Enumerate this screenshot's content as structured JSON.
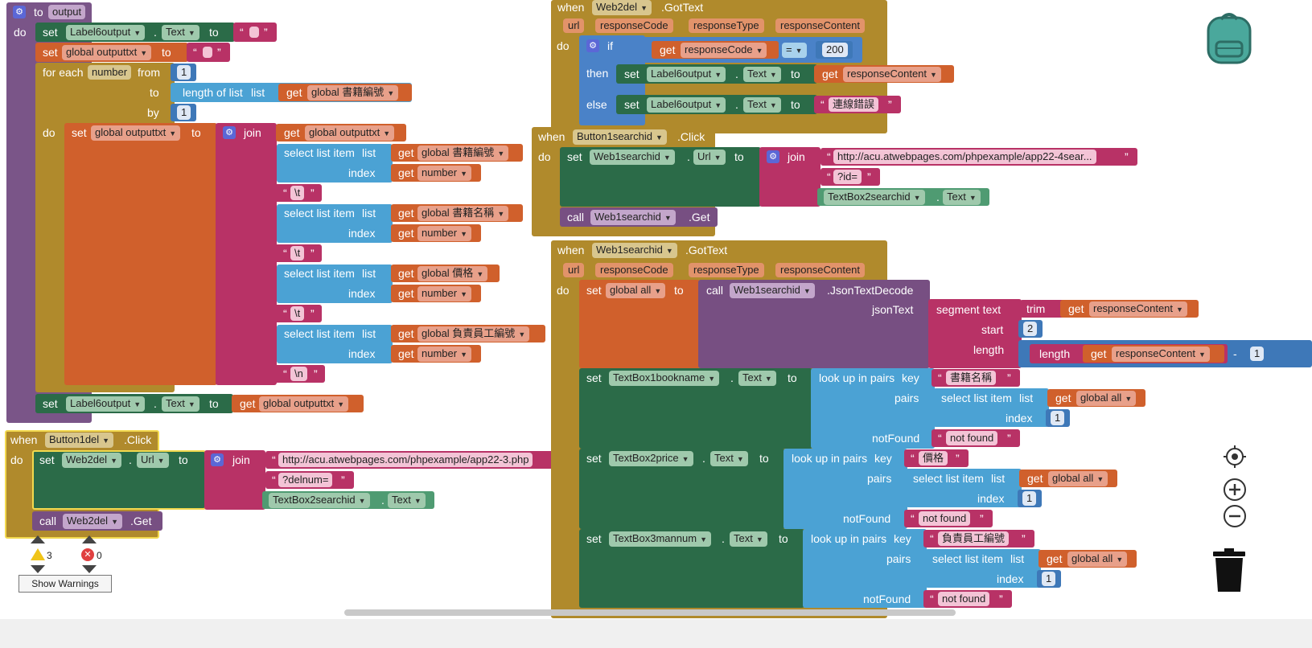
{
  "procedure": {
    "header_keyword": "to",
    "name": "output",
    "do": "do",
    "set1": {
      "kw": "set",
      "component": "Label6output",
      "prop": "Text",
      "to": "to",
      "value": ""
    },
    "set2": {
      "kw": "set",
      "var": "global outputtxt",
      "to": "to",
      "value": ""
    },
    "foreach": {
      "kw": "for each",
      "var": "number",
      "from_kw": "from",
      "from": "1",
      "to_kw": "to",
      "length_kw": "length of list",
      "list_kw": "list",
      "get_kw": "get",
      "list_var": "global 書籍編號",
      "by_kw": "by",
      "by": "1",
      "do": "do"
    },
    "inner_set": {
      "kw": "set",
      "var": "global outputtxt",
      "to": "to",
      "join": "join",
      "get_kw": "get",
      "get_var": "global outputtxt"
    },
    "select_rows": [
      {
        "select": "select list item",
        "list": "list",
        "get": "get",
        "list_var": "global 書籍編號",
        "index": "index",
        "index_var": "number",
        "tab": "\\t"
      },
      {
        "select": "select list item",
        "list": "list",
        "get": "get",
        "list_var": "global 書籍名稱",
        "index": "index",
        "index_var": "number",
        "tab": "\\t"
      },
      {
        "select": "select list item",
        "list": "list",
        "get": "get",
        "list_var": "global 價格",
        "index": "index",
        "index_var": "number",
        "tab": "\\t"
      },
      {
        "select": "select list item",
        "list": "list",
        "get": "get",
        "list_var": "global 負責員工編號",
        "index": "index",
        "index_var": "number",
        "tab": "\\n"
      }
    ],
    "final_set": {
      "kw": "set",
      "component": "Label6output",
      "prop": "Text",
      "to": "to",
      "get": "get",
      "var": "global outputtxt"
    }
  },
  "button1del": {
    "when": "when",
    "component": "Button1del",
    "event": ".Click",
    "do": "do",
    "set": {
      "kw": "set",
      "component": "Web2del",
      "prop": "Url",
      "to": "to",
      "join": "join",
      "url": "http://acu.atwebpages.com/phpexample/app22-3.php",
      "param": "?delnum=",
      "textbox": "TextBox2searchid",
      "textprop": "Text"
    },
    "call": {
      "kw": "call",
      "component": "Web2del",
      "method": ".Get"
    }
  },
  "web2del": {
    "when": "when",
    "component": "Web2del",
    "event": ".GotText",
    "params": [
      "url",
      "responseCode",
      "responseType",
      "responseContent"
    ],
    "do": "do",
    "if": "if",
    "get": "get",
    "cond_var": "responseCode",
    "op": "=",
    "num": "200",
    "then": "then",
    "else": "else",
    "then_set": {
      "kw": "set",
      "component": "Label6output",
      "prop": "Text",
      "to": "to",
      "get": "get",
      "var": "responseContent"
    },
    "else_set": {
      "kw": "set",
      "component": "Label6output",
      "prop": "Text",
      "to": "to",
      "value": "連線錯誤"
    }
  },
  "button1search": {
    "when": "when",
    "component": "Button1searchid",
    "event": ".Click",
    "do": "do",
    "set": {
      "kw": "set",
      "component": "Web1searchid",
      "prop": "Url",
      "to": "to",
      "join": "join",
      "url": "http://acu.atwebpages.com/phpexample/app22-4sear...",
      "param": "?id=",
      "textbox": "TextBox2searchid",
      "textprop": "Text"
    },
    "call": {
      "kw": "call",
      "component": "Web1searchid",
      "method": ".Get"
    }
  },
  "web1search": {
    "when": "when",
    "component": "Web1searchid",
    "event": ".GotText",
    "params": [
      "url",
      "responseCode",
      "responseType",
      "responseContent"
    ],
    "do": "do",
    "set_all": {
      "kw": "set",
      "var": "global all",
      "to": "to",
      "call": "call",
      "component": "Web1searchid",
      "method": ".JsonTextDecode",
      "json": "jsonText",
      "segment": "segment text",
      "trim": "trim",
      "get": "get",
      "content": "responseContent",
      "start": "start",
      "start_val": "2",
      "length": "length",
      "length_kw": "length",
      "minus": "-",
      "tail": "1"
    },
    "lookups": [
      {
        "kw": "set",
        "component": "TextBox1bookname",
        "prop": "Text",
        "to": "to",
        "lookup": "look up in pairs",
        "key": "key",
        "key_val": "書籍名稱",
        "pairs": "pairs",
        "select": "select list item",
        "list": "list",
        "get": "get",
        "list_var": "global all",
        "index": "index",
        "index_val": "1",
        "notfound": "notFound",
        "notfound_val": "not found"
      },
      {
        "kw": "set",
        "component": "TextBox2price",
        "prop": "Text",
        "to": "to",
        "lookup": "look up in pairs",
        "key": "key",
        "key_val": "價格",
        "pairs": "pairs",
        "select": "select list item",
        "list": "list",
        "get": "get",
        "list_var": "global all",
        "index": "index",
        "index_val": "1",
        "notfound": "notFound",
        "notfound_val": "not found"
      },
      {
        "kw": "set",
        "component": "TextBox3mannum",
        "prop": "Text",
        "to": "to",
        "lookup": "look up in pairs",
        "key": "key",
        "key_val": "負責員工編號",
        "pairs": "pairs",
        "select": "select list item",
        "list": "list",
        "get": "get",
        "list_var": "global all",
        "index": "index",
        "index_val": "1",
        "notfound": "notFound",
        "notfound_val": "not found"
      }
    ]
  },
  "warnings": {
    "warning_count": "3",
    "error_count": "0",
    "show_label": "Show Warnings"
  },
  "icons": [
    "backpack-icon",
    "target-icon",
    "zoom-in-icon",
    "zoom-out-icon",
    "trash-icon",
    "warning-icon",
    "error-icon",
    "gear-icon"
  ]
}
